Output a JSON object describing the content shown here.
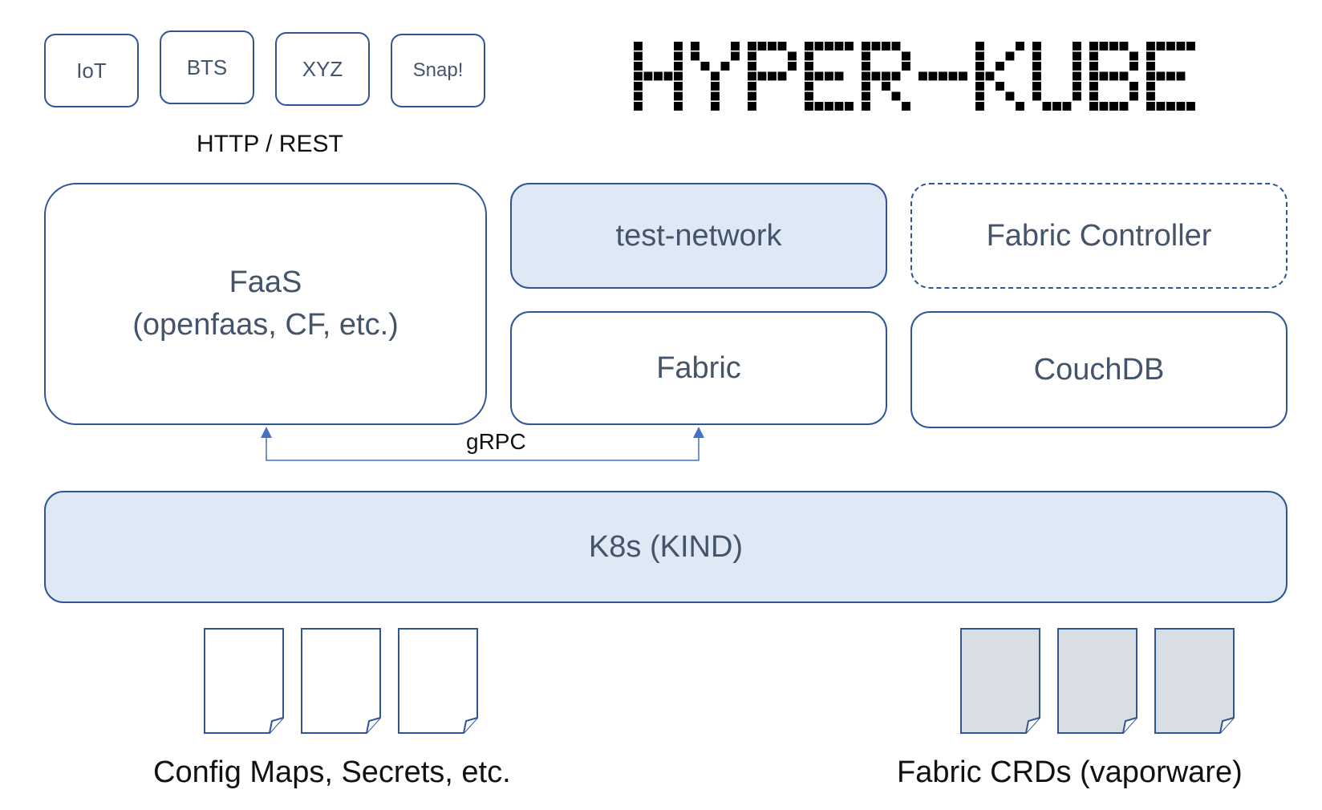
{
  "logo": {
    "text": "HYPER-KUBE"
  },
  "clients": [
    {
      "label": "IoT"
    },
    {
      "label": "BTS"
    },
    {
      "label": "XYZ"
    },
    {
      "label": "Snap!"
    }
  ],
  "protocols": {
    "http": "HTTP / REST",
    "grpc": "gRPC"
  },
  "components": {
    "faas_line1": "FaaS",
    "faas_line2": "(openfaas, CF, etc.)",
    "test_network": "test-network",
    "fabric_controller": "Fabric Controller",
    "fabric": "Fabric",
    "couchdb": "CouchDB",
    "k8s": "K8s (KIND)"
  },
  "resources": {
    "config_label": "Config Maps, Secrets, etc.",
    "crd_label": "Fabric CRDs (vaporware)"
  },
  "colors": {
    "border": "#2f5597",
    "text": "#44546a",
    "fill_blue": "#dfe8f5",
    "fill_gray": "#d9dde4"
  }
}
